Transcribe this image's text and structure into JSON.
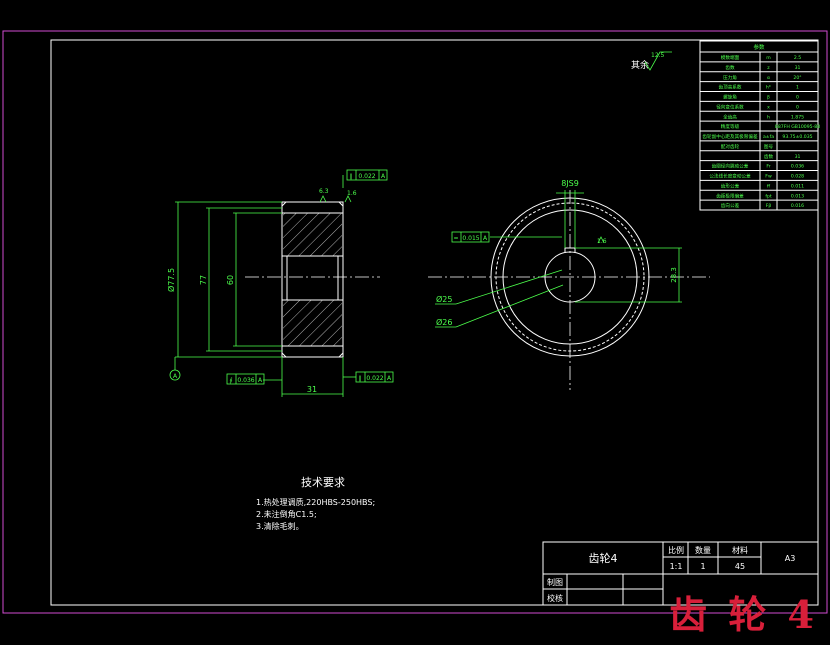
{
  "params_table": {
    "header": "参数",
    "rows": [
      {
        "name": "模数端面",
        "sym": "m",
        "val": "2.5"
      },
      {
        "name": "齿数",
        "sym": "z",
        "val": "31"
      },
      {
        "name": "压力角",
        "sym": "α",
        "val": "20°"
      },
      {
        "name": "齿顶高系数",
        "sym": "h*",
        "val": "1"
      },
      {
        "name": "螺旋角",
        "sym": "β",
        "val": "0"
      },
      {
        "name": "径向变位系数",
        "sym": "x",
        "val": "0"
      },
      {
        "name": "全齿高",
        "sym": "h",
        "val": "1.875"
      },
      {
        "name": "精度等级",
        "sym": "",
        "val": "887FH GB10095-88"
      },
      {
        "name": "齿轮副中心距及其极限偏差",
        "sym": "a±fa",
        "val": "93.75±0.035"
      },
      {
        "name": "配对齿轮",
        "sym": "图号",
        "val": ""
      },
      {
        "name": "",
        "sym": "齿数",
        "val": "31"
      },
      {
        "name": "齿圈径向跳动公差",
        "sym": "Fr",
        "val": "0.036"
      },
      {
        "name": "公法线长度变动公差",
        "sym": "Fw",
        "val": "0.028"
      },
      {
        "name": "齿形公差",
        "sym": "ff",
        "val": "0.011"
      },
      {
        "name": "齿距极限偏差",
        "sym": "fpt",
        "val": "0.013"
      },
      {
        "name": "齿向公差",
        "sym": "Fβ",
        "val": "0.016"
      }
    ]
  },
  "surface_note": {
    "label": "其余",
    "roughness": "12.5"
  },
  "side_view": {
    "dim_outer": "Ø77.5",
    "dim_mid": "77",
    "dim_inner": "60",
    "dim_width": "31",
    "rough_top_left": "6.3",
    "rough_top_right": "1.6",
    "tol_top": [
      "∥",
      "0.022",
      "A"
    ],
    "tol_bottom_left": [
      "∮",
      "0.036",
      "A"
    ],
    "tol_bottom_right": [
      "∥",
      "0.022",
      "A"
    ],
    "datum": "A"
  },
  "front_view": {
    "keyway_width": "8JS9",
    "keyway_depth": "28.3",
    "rough_bore": "1.6",
    "sym_tol": [
      "=",
      "0.015",
      "A"
    ],
    "leader_1": "Ø25",
    "leader_2": "Ø26"
  },
  "tech_req": {
    "title": "技术要求",
    "items": [
      "1.热处理调质,220HBS-250HBS;",
      "2.未注倒角C1.5;",
      "3.清除毛刺。"
    ]
  },
  "title_block": {
    "part_name": "齿轮4",
    "scale_label": "比例",
    "qty_label": "数量",
    "material_label": "材料",
    "scale": "1:1",
    "qty": "1",
    "material": "45",
    "sheet": "A3",
    "drawn_label": "制图",
    "checked_label": "校核"
  },
  "watermark": "齿 轮 4"
}
